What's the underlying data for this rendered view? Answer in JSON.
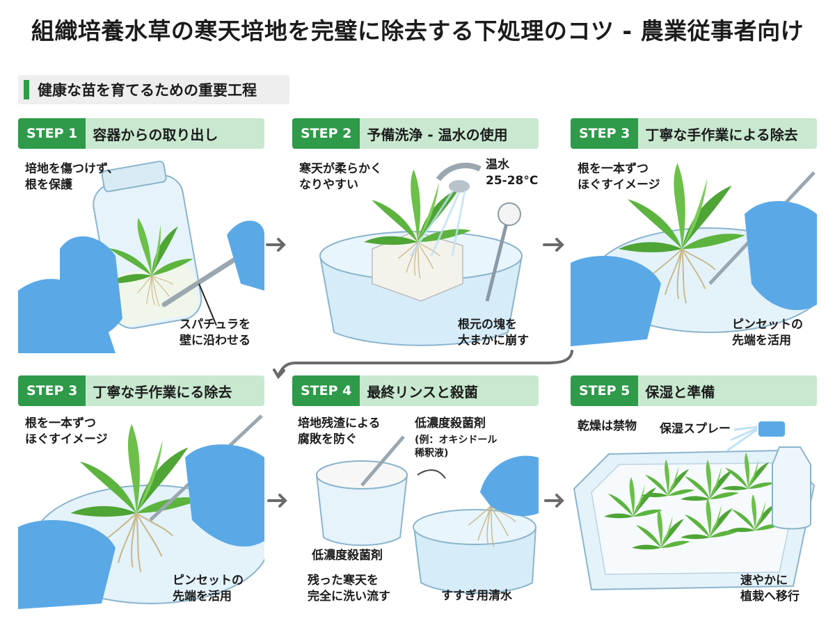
{
  "page": {
    "title": "組織培養水草の寒天培地を完璧に除去する下処理のコツ - 農業従事者向け",
    "subtitle": "健康な苗を育てるための重要工程"
  },
  "colors": {
    "accent": "#2e9a4a",
    "header_bg": "#c8e8cf",
    "glove": "#5aa9e6"
  },
  "panels": [
    {
      "step": "STEP 1",
      "title": "容器からの取り出し",
      "notes": [
        "培地を傷つけず、",
        "根を保護",
        "スパチュラを",
        "壁に沿わせる"
      ]
    },
    {
      "step": "STEP 2",
      "title": "予備洗浄 - 温水の使用",
      "notes": [
        "寒天が柔らかく",
        "なりやすい",
        "温水",
        "25-28°C",
        "根元の塊を",
        "大まかに崩す"
      ]
    },
    {
      "step": "STEP 3",
      "title": "丁寧な手作業による除去",
      "notes": [
        "根を一本ずつ",
        "ほぐすイメージ",
        "ピンセットの",
        "先端を活用"
      ]
    },
    {
      "step": "STEP 3",
      "title": "丁寧な手作業にる除去",
      "notes": [
        "根を一本ずつ",
        "ほぐすイメージ",
        "ピンセットの",
        "先端を活用"
      ]
    },
    {
      "step": "STEP 4",
      "title": "最終リンスと殺菌",
      "notes": [
        "培地残渣による",
        "腐敗を防ぐ",
        "低濃度殺菌剤",
        "(例：オキシドール",
        "稀釈液)",
        "低濃度殺菌剤",
        "残った寒天を",
        "完全に洗い流す",
        "すすぎ用清水"
      ]
    },
    {
      "step": "STEP 5",
      "title": "保湿と準備",
      "notes": [
        "乾燥は禁物",
        "保湿スプレー",
        "速やかに",
        "植栽へ移行"
      ]
    }
  ]
}
